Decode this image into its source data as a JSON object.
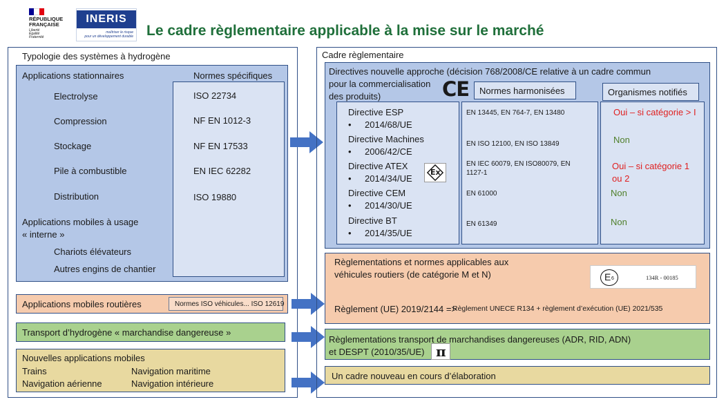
{
  "header": {
    "republique_line1": "RÉPUBLIQUE",
    "republique_line2": "FRANÇAISE",
    "motto1": "Liberté",
    "motto2": "Égalité",
    "motto3": "Fraternité",
    "ineris_name": "INERIS",
    "ineris_tagline1": "maîtriser le risque",
    "ineris_tagline2": "pour un développement durable",
    "title": "Le cadre règlementaire applicable à la mise sur le marché"
  },
  "left": {
    "heading": "Typologie des systèmes à hydrogène",
    "stationary_heading": "Applications stationnaires",
    "norms_heading": "Normes spécifiques",
    "stationary_items": [
      {
        "label": "Electrolyse",
        "norm": "ISO 22734"
      },
      {
        "label": "Compression",
        "norm": "NF EN 1012-3"
      },
      {
        "label": "Stockage",
        "norm": "NF EN 17533"
      },
      {
        "label": "Pile à combustible",
        "norm": "EN IEC 62282"
      },
      {
        "label": "Distribution",
        "norm": "ISO 19880"
      }
    ],
    "mobile_internal_line1": "Applications mobiles à usage",
    "mobile_internal_line2": "« interne »",
    "mobile_internal_items": [
      "Chariots élévateurs",
      "Autres engins de chantier"
    ],
    "road": "Applications mobiles routières",
    "road_norms": "Normes ISO véhicules... ISO 12619",
    "transport": "Transport d’hydrogène « marchandise dangereuse »",
    "new_heading": "Nouvelles applications mobiles",
    "new_items": [
      "Trains",
      "Navigation maritime",
      "Navigation aérienne",
      "Navigation intérieure"
    ]
  },
  "right": {
    "heading": "Cadre règlementaire",
    "directives_line1": "Directives nouvelle approche (décision 768/2008/CE relative à un cadre commun",
    "directives_line2": "pour la commercialisation",
    "directives_line3": "des produits)",
    "ce_mark": "CE",
    "col_harmonized": "Normes harmonisées",
    "col_notified": "Organismes notifiés",
    "directives": [
      {
        "name": "Directive ESP",
        "ref": "2014/68/UE",
        "standards": "EN 13445, EN 764-7, EN 13480",
        "notified": "Oui – si catégorie > I",
        "notified_color": "red"
      },
      {
        "name": "Directive Machines",
        "ref": "2006/42/CE",
        "standards": "EN ISO 12100, EN ISO 13849",
        "notified": "Non",
        "notified_color": "green"
      },
      {
        "name": "Directive ATEX",
        "ref": "2014/34/UE",
        "standards_line1": "EN IEC 60079, EN ISO80079, EN",
        "standards_line2": "1127-1",
        "notified_line1": "Oui – si catégorie 1",
        "notified_line2": "ou 2",
        "notified_color": "red"
      },
      {
        "name": "Directive CEM",
        "ref": "2014/30/UE",
        "standards": "EN 61000",
        "notified": "Non",
        "notified_color": "green"
      },
      {
        "name": "Directive BT",
        "ref": "2014/35/UE",
        "standards": "EN 61349",
        "notified": "Non",
        "notified_color": "green"
      }
    ],
    "bullet": "•",
    "ex_mark": "Ex",
    "vehicle_line1": "Règlementations et normes applicables aux",
    "vehicle_line2": "véhicules routiers (de catégorie M et N)",
    "e_mark": "E",
    "e_mark_sub": "6",
    "homologation": "134R - 00185",
    "regulation_main": "Règlement (UE) 2019/2144 =>",
    "regulation_detail": "Règlement UNECE R134 + règlement d’exécution (UE) 2021/535",
    "dangerous_line1": "Règlementations transport de marchandises dangereuses (ADR, RID, ADN)",
    "dangerous_line2": "et DESPT (2010/35/UE)",
    "pi_mark": "π",
    "new_framework": "Un cadre nouveau en cours d’élaboration"
  },
  "colors": {
    "title": "#1f6f3a",
    "border": "#2f4f86",
    "blue": "#b4c7e7",
    "light_blue": "#dae3f3",
    "orange": "#f6cbad",
    "green": "#a9d18e",
    "gold": "#e8d9a0",
    "arrow": "#4472c4",
    "red_text": "#e02020",
    "green_text": "#4f7f2a"
  }
}
